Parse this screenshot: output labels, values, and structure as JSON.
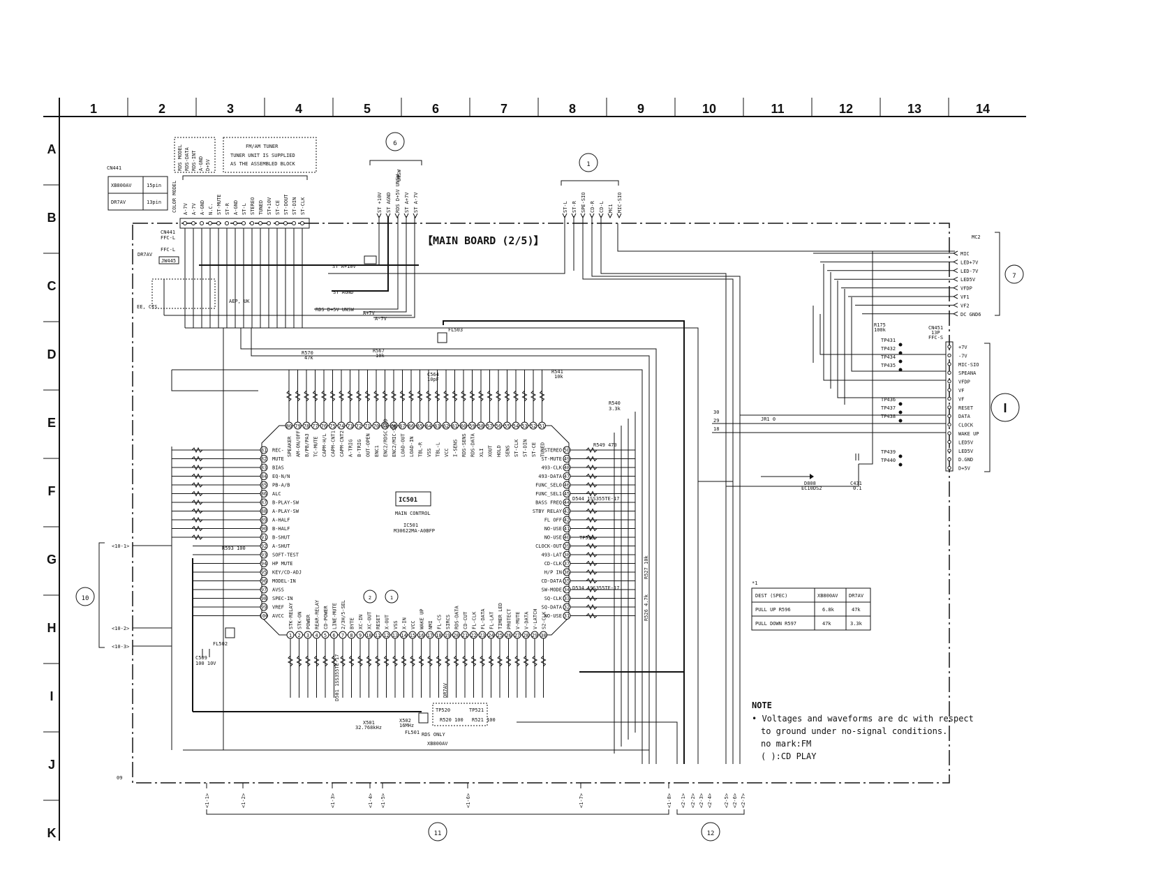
{
  "grid": {
    "columns": [
      "1",
      "2",
      "3",
      "4",
      "5",
      "6",
      "7",
      "8",
      "9",
      "10",
      "11",
      "12",
      "13",
      "14"
    ],
    "rows": [
      "A",
      "B",
      "C",
      "D",
      "E",
      "F",
      "G",
      "H",
      "I",
      "J",
      "K"
    ]
  },
  "board": {
    "title": "【MAIN BOARD (2/5)】",
    "corner_label": "09"
  },
  "ic": {
    "ref": "IC501",
    "function": "MAIN CONTROL",
    "ref_small": "IC501",
    "part": "M30622MA-A0BFP",
    "left_pins": [
      {
        "num": "81",
        "name": "REC-"
      },
      {
        "num": "82",
        "name": "MUTE"
      },
      {
        "num": "83",
        "name": "BIAS"
      },
      {
        "num": "84",
        "name": "EQ-N/N"
      },
      {
        "num": "85",
        "name": "PB-A/B"
      },
      {
        "num": "86",
        "name": "ALC"
      },
      {
        "num": "87",
        "name": "B-PLAY-SW"
      },
      {
        "num": "88",
        "name": "A-PLAY-SW"
      },
      {
        "num": "89",
        "name": "A-HALF"
      },
      {
        "num": "90",
        "name": "B-HALF"
      },
      {
        "num": "91",
        "name": "B-SHUT"
      },
      {
        "num": "92",
        "name": "A-SHUT"
      },
      {
        "num": "93",
        "name": "SOFT-TEST"
      },
      {
        "num": "94",
        "name": "HP MUTE"
      },
      {
        "num": "95",
        "name": "KEY/CD-ADJ"
      },
      {
        "num": "96",
        "name": "MODEL-IN"
      },
      {
        "num": "97",
        "name": "AVSS"
      },
      {
        "num": "98",
        "name": "SPEC-IN"
      },
      {
        "num": "99",
        "name": "VREF"
      },
      {
        "num": "100",
        "name": "AVCC"
      }
    ],
    "right_pins": [
      {
        "num": "50",
        "name": "STEREO"
      },
      {
        "num": "49",
        "name": "ST-MUTE"
      },
      {
        "num": "48",
        "name": "493-CLK"
      },
      {
        "num": "47",
        "name": "493-DATA"
      },
      {
        "num": "46",
        "name": "FUNC_SEL0"
      },
      {
        "num": "45",
        "name": "FUNC_SEL1"
      },
      {
        "num": "44",
        "name": "BASS FREQ"
      },
      {
        "num": "43",
        "name": "STBY RELAY"
      },
      {
        "num": "42",
        "name": "FL OFF"
      },
      {
        "num": "41",
        "name": "NO-USE"
      },
      {
        "num": "40",
        "name": "NO-USE"
      },
      {
        "num": "39",
        "name": "CLOCK-OUT"
      },
      {
        "num": "38",
        "name": "493-LAT"
      },
      {
        "num": "37",
        "name": "CD-CLK"
      },
      {
        "num": "36",
        "name": "H/P IN"
      },
      {
        "num": "35",
        "name": "CD-DATA"
      },
      {
        "num": "34",
        "name": "SW-MODE"
      },
      {
        "num": "33",
        "name": "SQ-CLK"
      },
      {
        "num": "32",
        "name": "SQ-DATA"
      },
      {
        "num": "31",
        "name": "NO-USE"
      }
    ],
    "top_pin_numbers": [
      "80",
      "79",
      "78",
      "77",
      "76",
      "75",
      "74",
      "73",
      "72",
      "71",
      "70",
      "69",
      "68",
      "67",
      "66",
      "65",
      "64",
      "63",
      "62",
      "61",
      "60",
      "59",
      "58",
      "57",
      "56",
      "55",
      "54",
      "53",
      "52",
      "51"
    ],
    "top_pin_names": [
      "SPEAKER",
      "AM-ON/OFF",
      "B/PB/PA3",
      "TC-MUTE",
      "CAPM-H/L",
      "CAPM-CNT1",
      "CAPM-CNT2",
      "A-TRIG",
      "B-TRIG",
      "OUT-OPEN",
      "ENC1",
      "ENC2/RDSC-LED",
      "ENC2/MIC-SW",
      "LOAD-OUT",
      "LOAD-IN",
      "TBL-R",
      "VSS",
      "TBL-L",
      "VCC",
      "I-SENS",
      "RDS-SENS",
      "RDS-DATA",
      "XLI",
      "XOUT",
      "HOLD",
      "SENS",
      "ST-CLK",
      "ST-DIN",
      "ST-CE",
      "TUNED"
    ],
    "bottom_pin_numbers": [
      "1",
      "2",
      "3",
      "4",
      "5",
      "6",
      "7",
      "8",
      "9",
      "10",
      "11",
      "12",
      "13",
      "14",
      "15",
      "16",
      "17",
      "18",
      "19",
      "20",
      "21",
      "22",
      "23",
      "24",
      "25",
      "26",
      "27",
      "28",
      "29",
      "30"
    ],
    "bottom_pin_names": [
      "STK-RELAY",
      "STK-ON",
      "POWER",
      "REAR-RELAY",
      "CD-POWER",
      "LINE-MUTE",
      "2/3H/5-SEL",
      "BYTE",
      "XC-IN",
      "XC-OUT",
      "RESET",
      "X-OUT",
      "VSS",
      "X-IN",
      "VCC",
      "WAKE UP",
      "NMI",
      "FL-CS",
      "SIRCS",
      "RDS-DATA",
      "CD-CUT",
      "FL-CLK",
      "FL-DATA",
      "FL-LAT",
      "TIMER LED",
      "PROTECT",
      "V-MUTE",
      "V-DATA",
      "V-LATCH",
      "S2-CLK"
    ]
  },
  "connectors": {
    "cn441": {
      "ref": "CN441",
      "sub": "FFC-L",
      "table": [
        {
          "model": "XB800AV",
          "pins": "15pin"
        },
        {
          "model": "DR7AV",
          "pins": "13pin"
        }
      ],
      "rds_model_label": "RDS MODEL",
      "rds_signals": [
        "RDS-DATA",
        "RDS-INT",
        "A-GND",
        "D+5V"
      ],
      "color_model": "COLOR MODEL",
      "pins": [
        "A-7V",
        "A-7V",
        "A-GND",
        "N.C.",
        "ST-MUTE",
        "ST-R",
        "A-GND",
        "ST-L",
        "STEREO",
        "TUNED",
        "ST+10V",
        "ST-CE",
        "ST-DOUT",
        "ST-DIN",
        "ST-CLK"
      ]
    },
    "cn451": {
      "ref": "CN451",
      "sub": "13P",
      "sub2": "FFC-S",
      "pins": [
        "+7V",
        "-7V",
        "MIC-SIO",
        "SPEANA",
        "VFDP",
        "VF",
        "VF",
        "RESET",
        "DATA",
        "CLOCK",
        "WAKE UP",
        "LED5V",
        "LED5V",
        "D.GND",
        "D+5V"
      ],
      "tps": [
        "TP431",
        "TP432",
        "TP434",
        "TP435",
        "TP436",
        "TP437",
        "TP438",
        "TP439",
        "TP440"
      ]
    },
    "right_panel": {
      "mc": "MC2",
      "signals": [
        "MIC",
        "LED+7V",
        "LED-7V",
        "LED5V",
        "VFDP",
        "VF1",
        "VF2",
        "DC GND6"
      ]
    },
    "top_center_6": [
      "ST +10V",
      "ST AGND",
      "RDS D+5V UNSW",
      "ST A+7V",
      "ST A-7V"
    ],
    "top_center_6_sub": [
      "UNSW"
    ],
    "top_right_1": [
      "ST-L",
      "ST-R",
      "SPE-SIO",
      "CD-R",
      "CD-L",
      "MC1",
      "MIC-SIO"
    ]
  },
  "tuner_note": {
    "title": "FM/AM TUNER",
    "line1": "TUNER UNIT IS SUPPLIED",
    "line2": "AS THE ASSEMBLED BLOCK"
  },
  "circled_labels": [
    "1",
    "2",
    "6",
    "7",
    "10",
    "11",
    "12"
  ],
  "roman_label": "I",
  "buses": {
    "bus10": [
      "10-1",
      "10-2",
      "10-3"
    ],
    "bus11": [
      "1-1",
      "1-2",
      "1-3",
      "1-4",
      "1-5",
      "1-6",
      "1-7",
      "1-8"
    ],
    "bus12": [
      "2-1",
      "2-2",
      "2-3",
      "2-4",
      "2-5",
      "2-6",
      "2-7"
    ]
  },
  "dest_table": {
    "marker": "*1",
    "header": [
      "DEST (SPEC)",
      "XB800AV",
      "DR7AV"
    ],
    "rows": [
      [
        "PULL UP    R596",
        "6.8k",
        "47k"
      ],
      [
        "PULL DOWN  R597",
        "47k",
        "3.3k"
      ]
    ]
  },
  "note": {
    "title": "NOTE",
    "line1": "• Voltages and waveforms are dc with respect",
    "line2": "to ground under no-signal conditions.",
    "line3": "no mark:FM",
    "line4": "(     ):CD PLAY"
  },
  "misc_labels": {
    "dr7av": "DR7AV",
    "ee_cis": "EE, CIS",
    "aep_uk": "AEP, UK",
    "st_a10v": "ST A+10V",
    "st_agnd": "ST AGND",
    "rds_d5v": "RDS D+5V UNSW",
    "a7v": "A+7V",
    "a_7v": "A-7V",
    "jw445": "JW445",
    "fl503": "FL503",
    "fl502": "FL502",
    "fl501": "FL501",
    "x501": "X501",
    "x501_val": "32.768kHz",
    "x502": "X502",
    "x502_val": "16MHz",
    "rds_only": "RDS ONLY",
    "xb800av": "XB800AV",
    "c509": "C509",
    "c509_val": "100 10V",
    "d808": "D808",
    "d808_part": "EC10DS2",
    "c431": "C431",
    "c431_val": "0.1",
    "r175": "R175",
    "r175_val": "100k",
    "jr1": "JR1 0",
    "r570": "R570",
    "r570_val": "47k",
    "r567": "R567",
    "r567_val": "10k",
    "r541": "R541",
    "r541_val": "10k",
    "r540": "R540",
    "r540_val": "3.3k",
    "r526": "R526 4.7k",
    "r527": "R527 10k",
    "r593": "R593 100",
    "tp538": "TP538",
    "tp520": "TP520",
    "tp521": "TP521",
    "r520": "R520 100",
    "r521": "R521 100",
    "d544": "D544 1SS355TE-17",
    "d534": "D534 1SS355TE-17",
    "d501": "D501 1SS355TE-17",
    "r549": "R549 470",
    "c564": "C564",
    "c564_val": "10pF"
  }
}
